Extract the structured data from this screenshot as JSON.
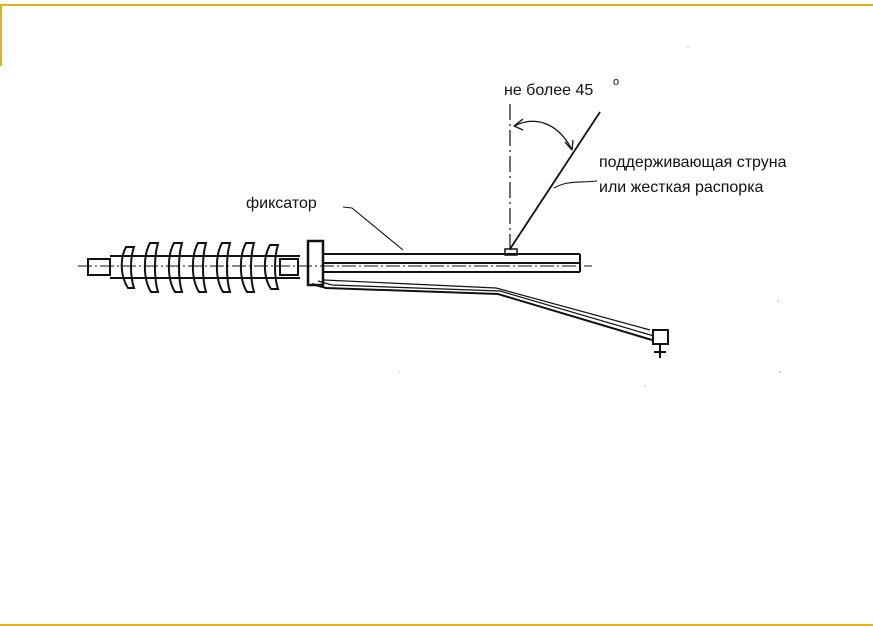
{
  "frame": {
    "accent_color": "#e2b60f"
  },
  "labels": {
    "angle_text": "не более 45",
    "angle_sup": "о",
    "clamp_label": "фиксатор",
    "string_label_line1": "поддерживающая струна",
    "string_label_line2": "или жесткая распорка"
  },
  "diagram": {
    "insulator_sheds": 7,
    "line_color": "#111111"
  }
}
